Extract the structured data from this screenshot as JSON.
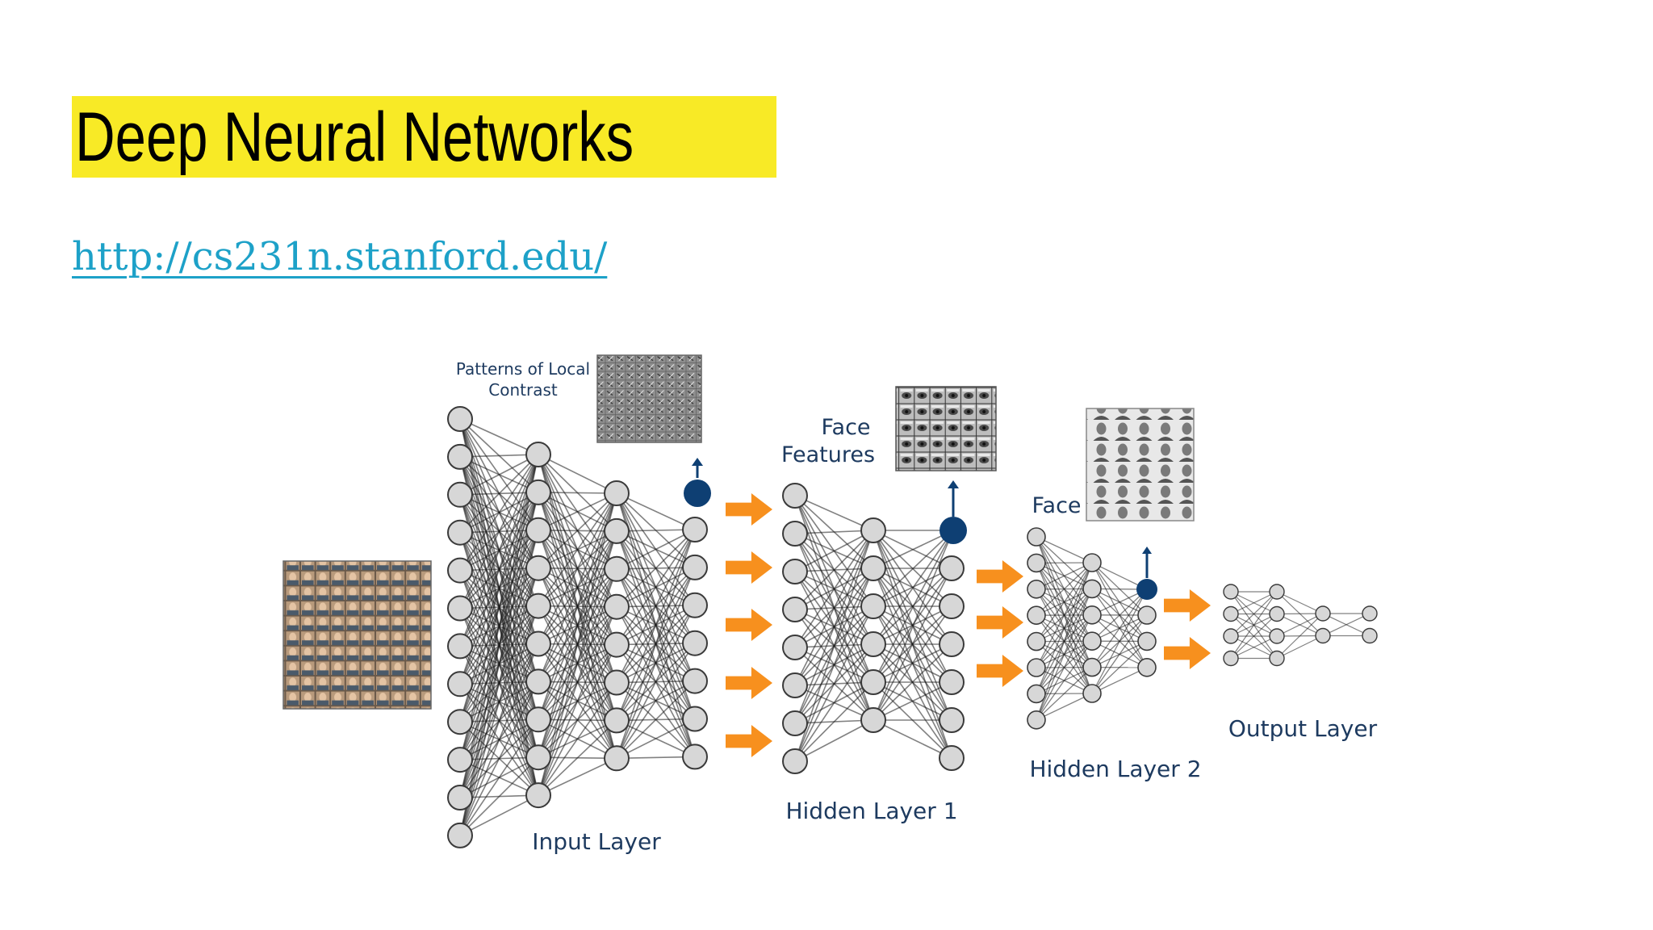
{
  "slide": {
    "title": "Deep Neural Networks",
    "link": "http://cs231n.stanford.edu/"
  },
  "colors": {
    "title_highlight": "#f8ea26",
    "link": "#1da1c8",
    "label_text": "#1d3a5f",
    "node_fill": "#d7d7d7",
    "node_stroke": "#3a3a3a",
    "output_node": "#0e3f73",
    "arrow": "#f7901e"
  },
  "diagram": {
    "labels": {
      "patterns": "Patterns of Local",
      "patterns2": "Contrast",
      "face_features": "Face",
      "face_features2": "Features",
      "face": "Face",
      "input_layer": "Input Layer",
      "hidden1": "Hidden Layer 1",
      "hidden2": "Hidden Layer 2",
      "output": "Output Layer"
    }
  }
}
